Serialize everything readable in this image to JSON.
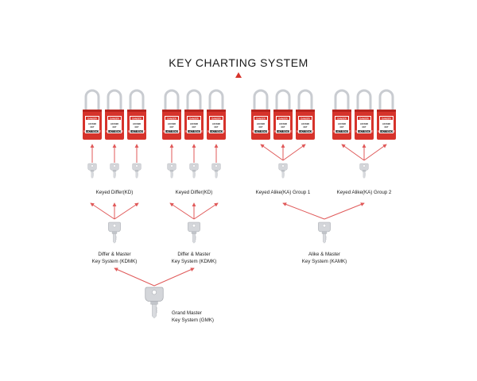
{
  "title": "KEY CHARTING SYSTEM",
  "colors": {
    "lock_body": "#d6332b",
    "lock_dark": "#b8251f",
    "shackle": "#c9ccd1",
    "arrow": "#e05a5a",
    "key": "#d4d6da"
  },
  "padlock_text": {
    "header": "DANGER",
    "line1": "LOCKED",
    "line2": "OUT",
    "footer": "DO NOT REMOVE"
  },
  "groups": [
    {
      "label": "Keyed Differ(KD)"
    },
    {
      "label": "Keyed Differ(KD)"
    },
    {
      "label": "Keyed Alike(KA) Group 1"
    },
    {
      "label": "Keyed Alike(KA) Group 2"
    }
  ],
  "master_systems": [
    {
      "line1": "Differ & Master",
      "line2": "Key System (KDMK)"
    },
    {
      "line1": "Differ & Master",
      "line2": "Key System (KDMK)"
    },
    {
      "line1": "Alike & Master",
      "line2": "Key System (KAMK)"
    }
  ],
  "grand_master": {
    "line1": "Grand Master",
    "line2": "Key System (GMK)"
  }
}
